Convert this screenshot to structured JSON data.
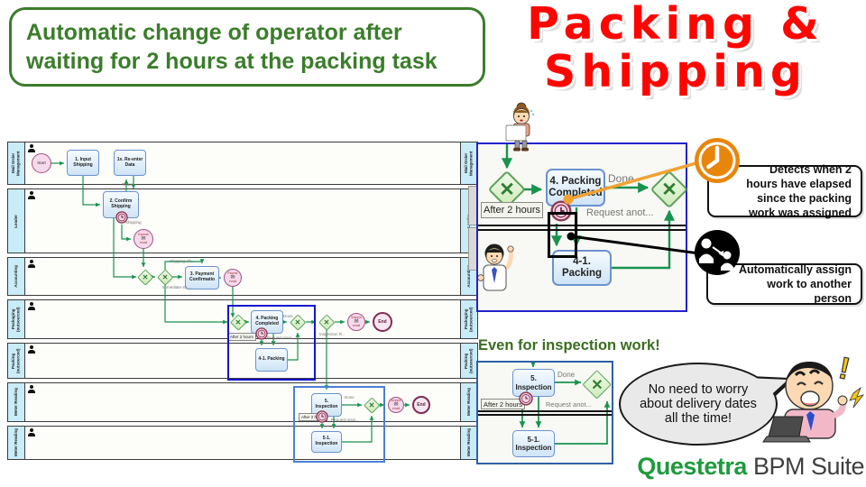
{
  "note": "Automatic change of operator after waiting for 2 hours at the packing task",
  "title": {
    "line1": "Packing &",
    "line2": "Shipping"
  },
  "icons": {
    "gateway_x": "✕",
    "envelope": "✉"
  },
  "colors": {
    "title_red": "#fe0500",
    "note_green": "#3b7d2b",
    "flow_green": "#17934e",
    "highlight_blue": "#1414cf",
    "brand_green": "#1f9a3d",
    "callout_orange": "#e8860b"
  },
  "bpmn": {
    "lanes": [
      {
        "label": "Mail Order Management"
      },
      {
        "label": "Leader"
      },
      {
        "label": "Accounting"
      },
      {
        "label": "Packaging (outsourced)"
      },
      {
        "label": "Packing (outsourced)"
      },
      {
        "label": "Meter Reading"
      },
      {
        "label": "Meter Reading"
      }
    ],
    "nodes": {
      "start": "Start",
      "t1": "1. Input Shipping",
      "t1x": "1x. Re-enter Data",
      "t2": "2. Confirm Shipping",
      "t3": "3. Payment Confirmatio",
      "t4": "4. Packing Completed",
      "t41": "4-1. Packing",
      "t5": "5. Inspection",
      "t51": "5-1. Inspection",
      "end": "End"
    },
    "events": {
      "expiration": {
        "line1": "Expirati",
        "line2": "email"
      },
      "payment": {
        "line1": "Payme",
        "line2": "email"
      },
      "shipping1": {
        "line1": "Shippin",
        "line2": "email"
      },
      "shipping2": {
        "line1": "shippin",
        "line2": "email"
      }
    },
    "labels": {
      "return": "Return",
      "shipping": "Shipping",
      "shipping_after": "Shipping aft...",
      "immediate": "Immediate sh...",
      "done": "Done",
      "after2h": "After 2 hours",
      "request": "Request anot...",
      "inspection_r": "Inspection R..."
    }
  },
  "detail": {
    "task": "4. Packing Completed",
    "subtask": "4-1. Packing",
    "done": "Done",
    "after": "After 2 hours",
    "request": "Request anot..."
  },
  "inspection": {
    "heading": "Even for inspection work!",
    "task": "5. Inspection",
    "subtask": "5-1. Inspection",
    "done": "Done",
    "after": "After 2 hours",
    "request": "Request anot..."
  },
  "callouts": {
    "timer_text": "Detects when 2 hours have elapsed since the packing work was assigned",
    "assign_text": "Automatically assign work to another person"
  },
  "bubble": "No need to worry about delivery dates all the time!",
  "logo": {
    "brand": "Questetra",
    "suffix": " BPM Suite"
  }
}
